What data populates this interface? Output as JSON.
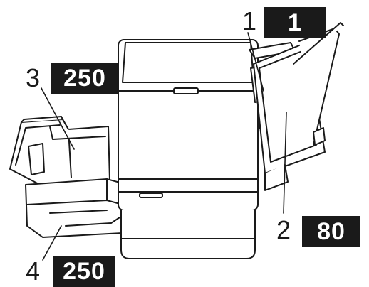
{
  "callouts": [
    {
      "number": "1",
      "capacity": "1"
    },
    {
      "number": "2",
      "capacity": "80"
    },
    {
      "number": "3",
      "capacity": "250"
    },
    {
      "number": "4",
      "capacity": "250"
    }
  ],
  "colors": {
    "ink": "#1a1a1a",
    "badge_bg": "#1a1a1a",
    "badge_text": "#ffffff",
    "paper": "#ffffff"
  }
}
